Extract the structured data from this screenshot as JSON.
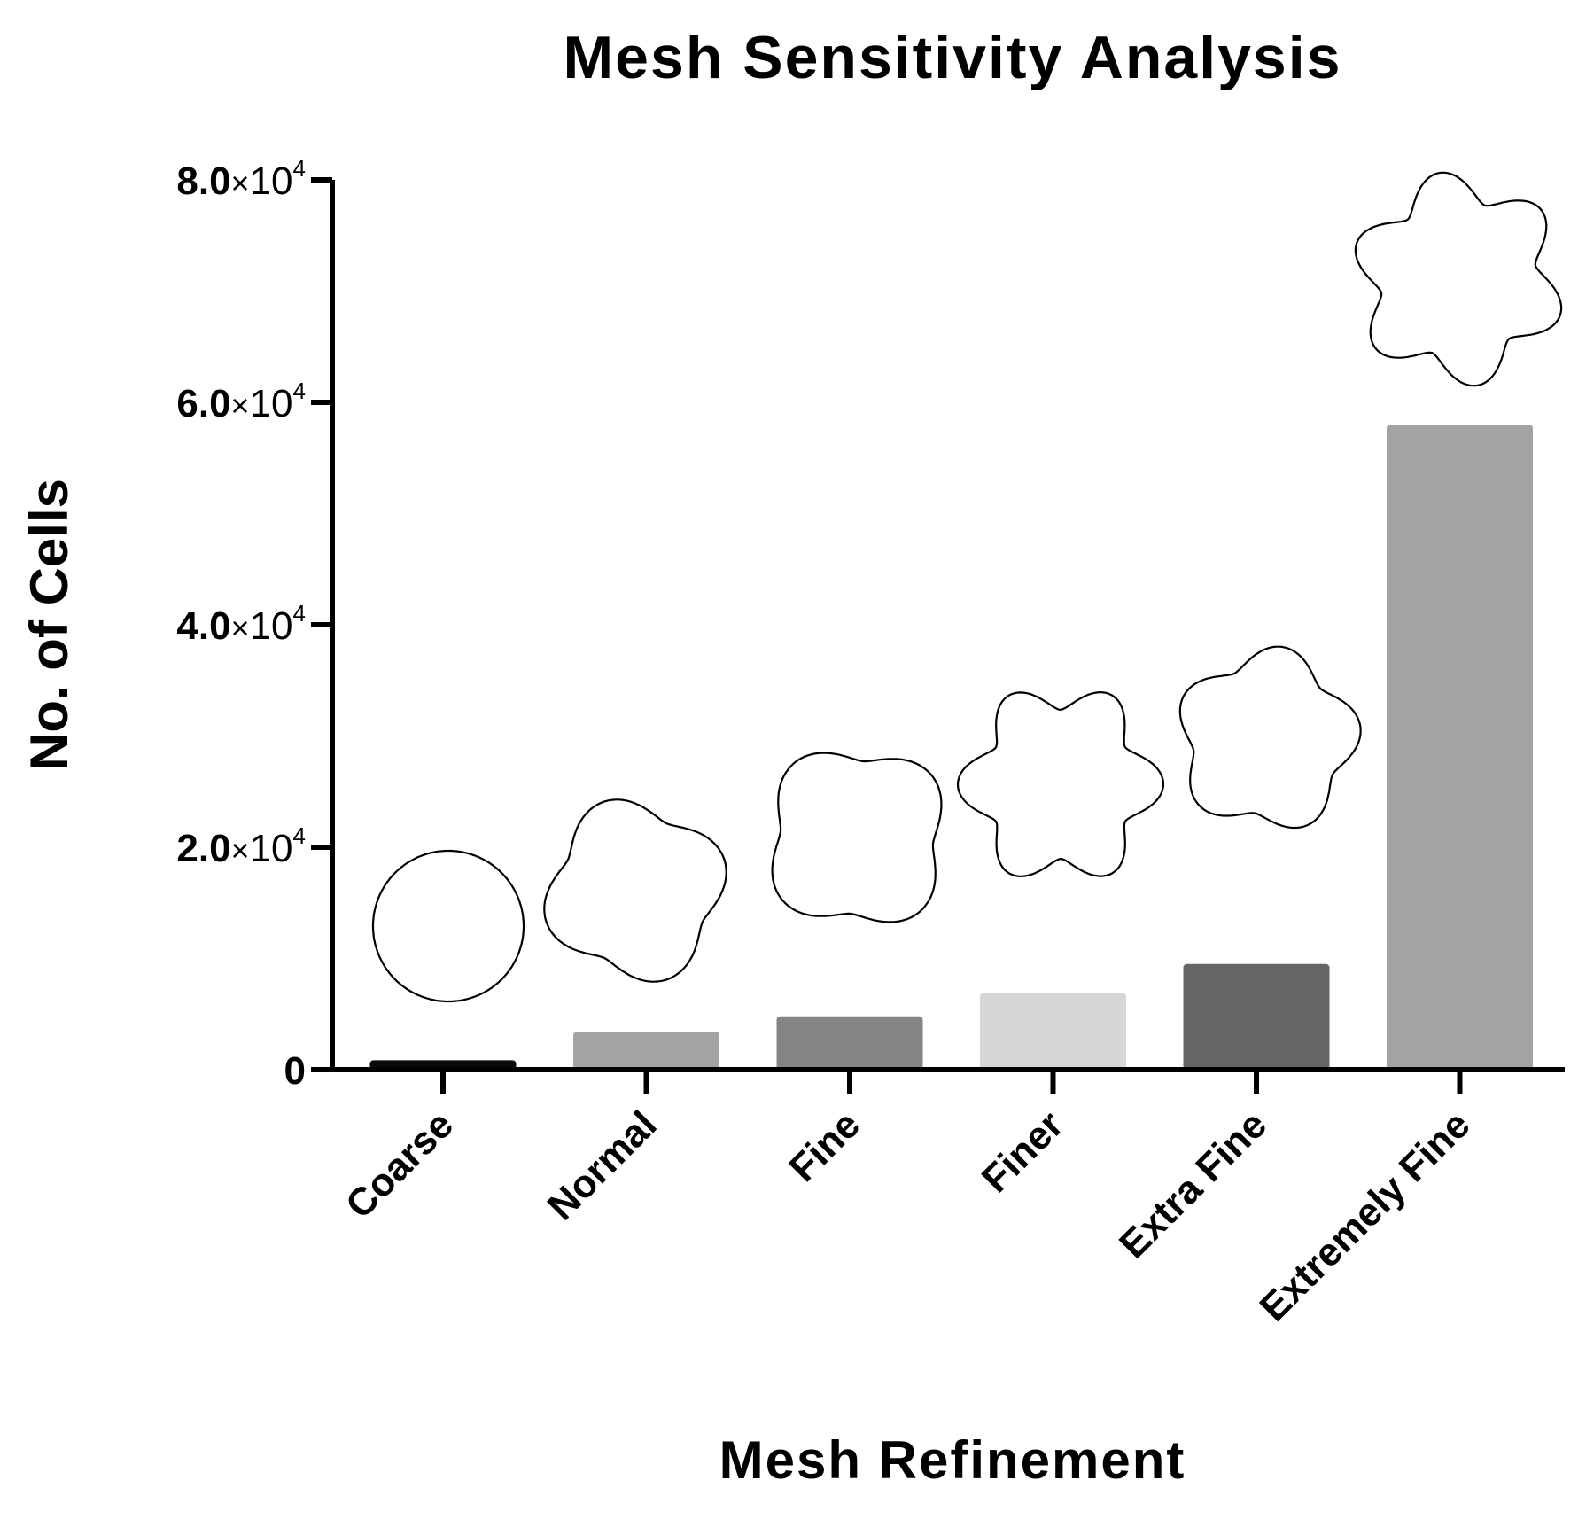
{
  "chart_data": {
    "type": "bar",
    "title": "Mesh Sensitivity Analysis",
    "xlabel": "Mesh Refinement",
    "ylabel": "No. of Cells",
    "categories": [
      "Coarse",
      "Normal",
      "Fine",
      "Finer",
      "Extra Fine",
      "Extremely Fine"
    ],
    "values": [
      850,
      3400,
      4800,
      6900,
      9500,
      58000
    ],
    "bar_colors": [
      "#0a0a0a",
      "#a4a4a4",
      "#858585",
      "#d6d6d6",
      "#666666",
      "#a3a3a3"
    ],
    "ylim": [
      0,
      80000
    ],
    "y_ticks": [
      0,
      20000,
      40000,
      60000,
      80000
    ],
    "y_tick_labels": [
      {
        "mantissa": "0",
        "times": "",
        "base": "",
        "exp": ""
      },
      {
        "mantissa": "2.0",
        "times": "×",
        "base": "10",
        "exp": "4"
      },
      {
        "mantissa": "4.0",
        "times": "×",
        "base": "10",
        "exp": "4"
      },
      {
        "mantissa": "6.0",
        "times": "×",
        "base": "10",
        "exp": "4"
      },
      {
        "mantissa": "8.0",
        "times": "×",
        "base": "10",
        "exp": "4"
      }
    ],
    "grid": false,
    "legend": "none",
    "annotations": {
      "type": "cross-section outline icons above bars",
      "lobes": [
        0,
        4,
        4,
        6,
        5,
        6
      ]
    }
  }
}
